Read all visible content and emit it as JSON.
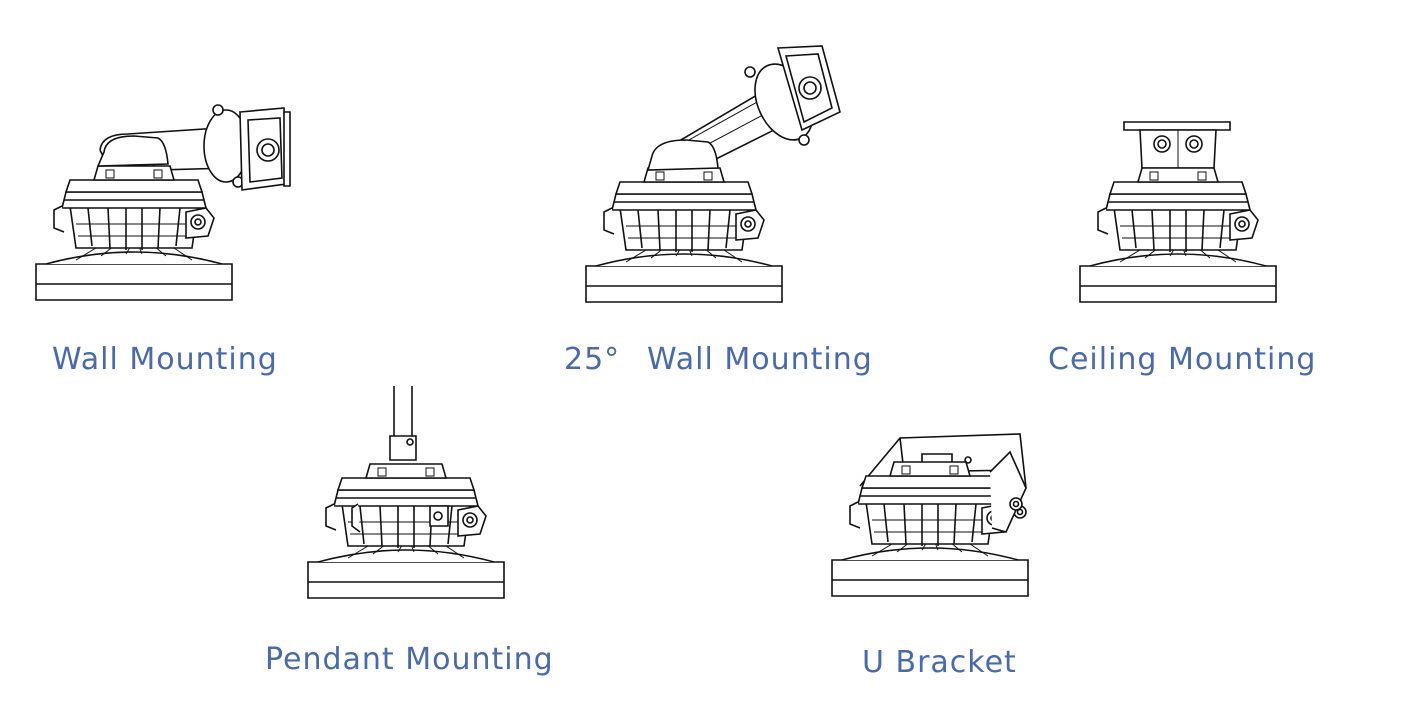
{
  "labels": {
    "wall": "Wall Mounting",
    "wall25_angle": "25°",
    "wall25": "Wall Mounting",
    "ceiling": "Ceiling Mounting",
    "pendant": "Pendant Mounting",
    "ubracket": "U Bracket"
  },
  "colors": {
    "label": "#4a6aa8",
    "line": "#111111"
  },
  "icons": [
    "wall-mount-fixture-icon",
    "wall-25-mount-fixture-icon",
    "ceiling-mount-fixture-icon",
    "pendant-mount-fixture-icon",
    "u-bracket-fixture-icon"
  ]
}
